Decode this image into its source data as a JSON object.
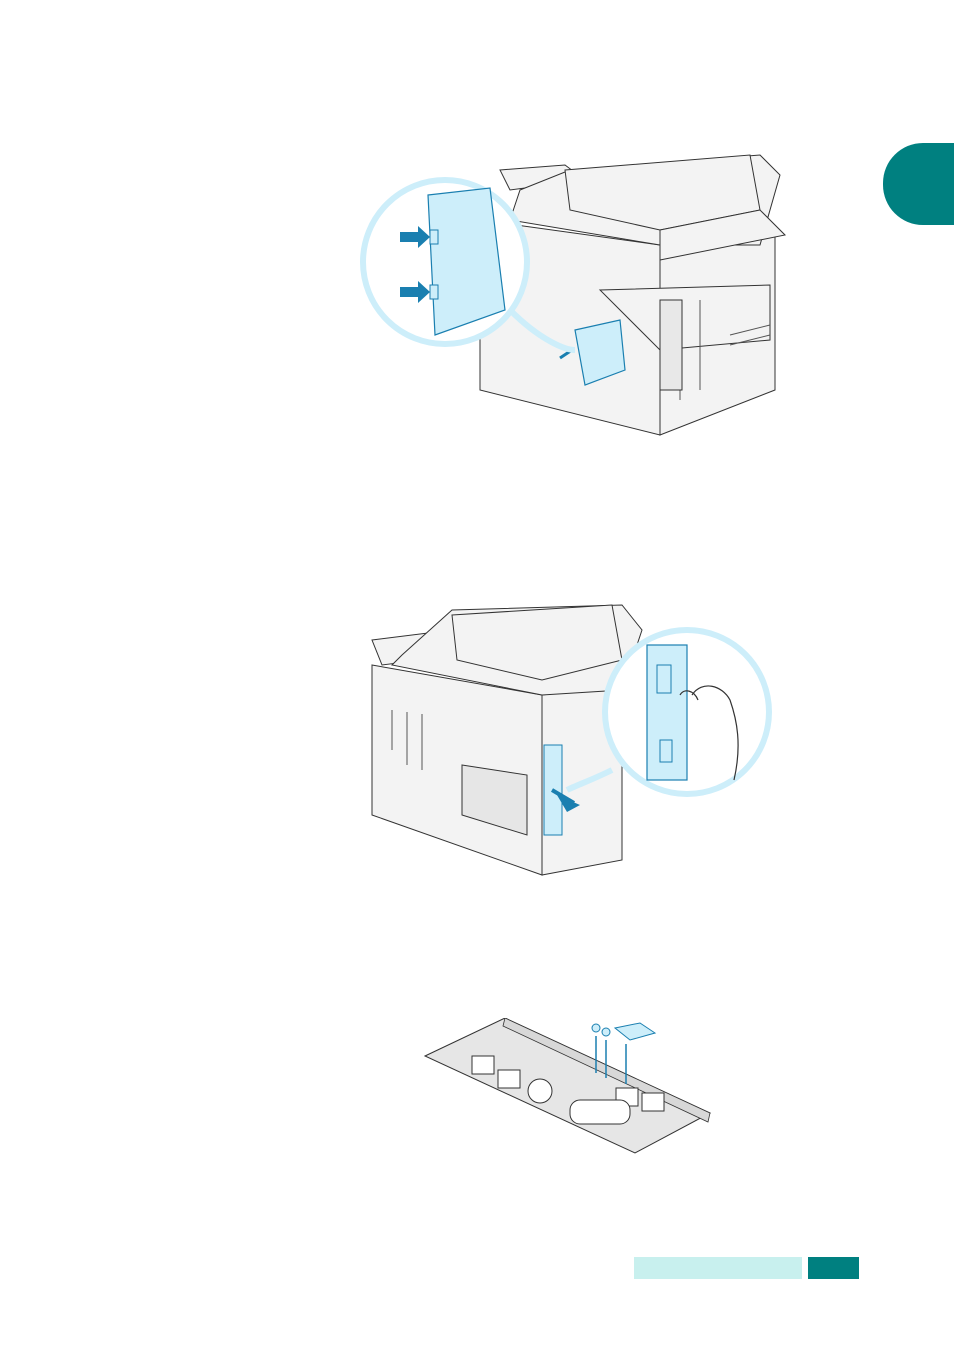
{
  "colors": {
    "accent": "#008080",
    "accent_light": "#c8f0ee",
    "highlight_blue": "#cdeefa",
    "arrow_blue": "#1a7fb0"
  },
  "figures": [
    {
      "icon": "printer-rear-cover-removal-illustration"
    },
    {
      "icon": "printer-port-plate-removal-illustration"
    },
    {
      "icon": "port-plate-knockouts-illustration"
    }
  ]
}
